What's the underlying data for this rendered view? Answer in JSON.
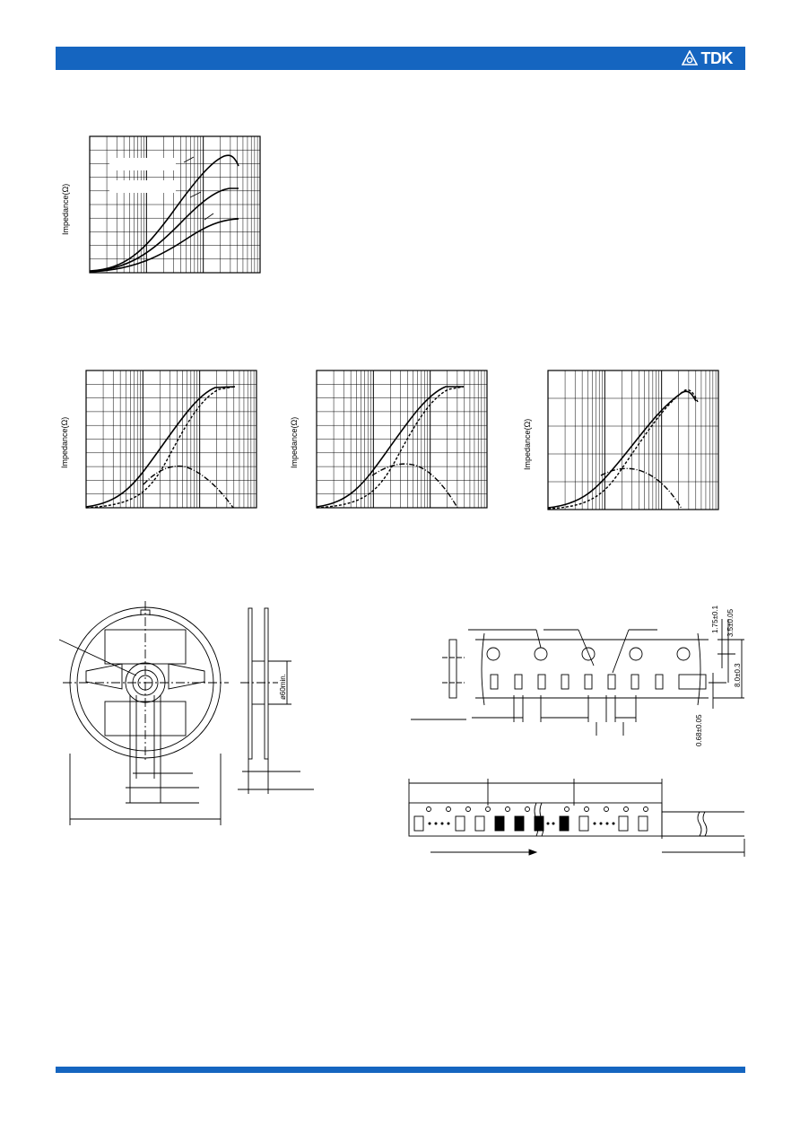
{
  "header": {
    "logo_text": "TDK",
    "color": "#1565c0"
  },
  "charts": [
    {
      "ylabel": "Impedance(Ω)"
    },
    {
      "ylabel": "Impedance(Ω)"
    },
    {
      "ylabel": "Impedance(Ω)"
    },
    {
      "ylabel": "Impedance(Ω)"
    }
  ],
  "reel": {
    "hub_label": "ø60min."
  },
  "tape": {
    "dims": [
      "1.75±0.1",
      "3.5±0.05",
      "8.0±0.3",
      "0.68±0.05"
    ]
  }
}
